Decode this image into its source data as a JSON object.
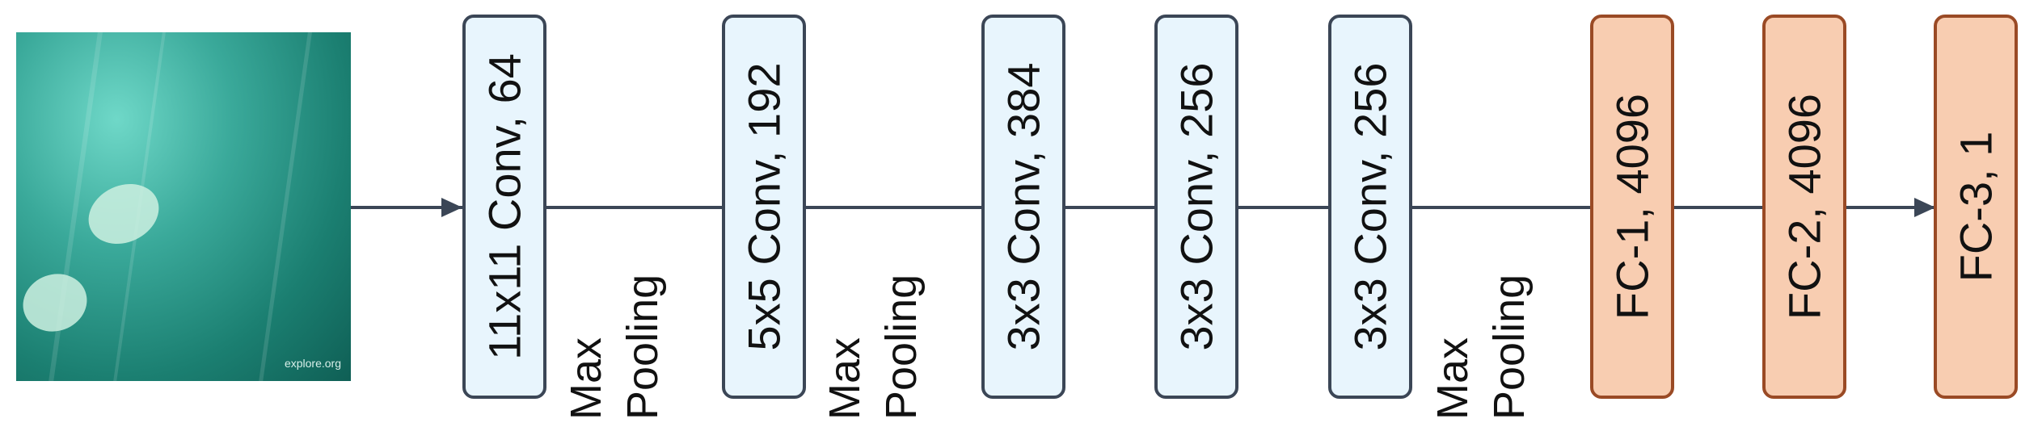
{
  "input_image": {
    "watermark": "explore.org"
  },
  "conv_layers": [
    {
      "label": "11x11 Conv, 64"
    },
    {
      "label": "5x5 Conv, 192"
    },
    {
      "label": "3x3 Conv, 384"
    },
    {
      "label": "3x3 Conv, 256"
    },
    {
      "label": "3x3 Conv, 256"
    }
  ],
  "fc_layers": [
    {
      "label": "FC-1, 4096"
    },
    {
      "label": "FC-2, 4096"
    },
    {
      "label": "FC-3, 1"
    }
  ],
  "pooling": [
    {
      "line1": "Max",
      "line2": "Pooling"
    },
    {
      "line1": "Max",
      "line2": "Pooling"
    },
    {
      "line1": "Max",
      "line2": "Pooling"
    }
  ],
  "colors": {
    "conv_fill": "#e8f5fd",
    "conv_border": "#3b4656",
    "fc_fill": "#f8cdb1",
    "fc_border": "#9a4a25",
    "connector": "#3b4656"
  }
}
